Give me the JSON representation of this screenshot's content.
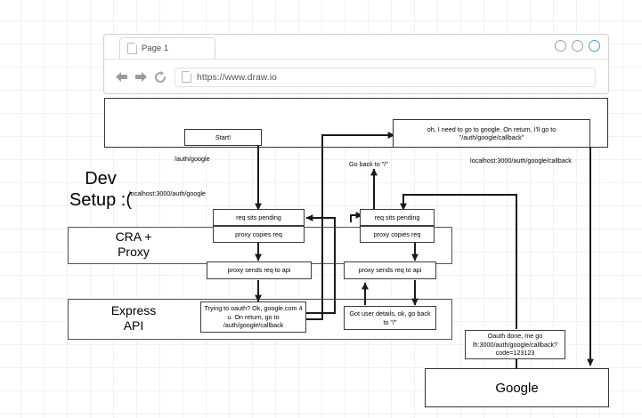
{
  "browser": {
    "tab": {
      "label": "Page 1",
      "icon": "page-icon"
    },
    "window_buttons": [
      "minimize-circle",
      "maximize-circle",
      "close-circle"
    ],
    "accent_color": "#3ba1e8",
    "nav": {
      "back_icon": "back-arrow-icon",
      "forward_icon": "forward-arrow-icon",
      "reload_icon": "reload-icon"
    },
    "url": "https://www.draw.io",
    "url_icon": "page-icon"
  },
  "diagram": {
    "title": "Dev\nSetup :(",
    "title_line1": "Dev",
    "title_line2": "Setup :(",
    "boxes": {
      "start": "Start!",
      "google_redirect_note": "oh, I need to go to google.  On return, I'll go to \"/auth/google/callback\"",
      "cra_proxy_band": "CRA +\nProxy",
      "cra_proxy_line1": "CRA +",
      "cra_proxy_line2": "Proxy",
      "express_band_line1": "Express",
      "express_band_line2": "API",
      "req_sits_pending_left": "req sits pending",
      "proxy_copies_req_left": "proxy copies req",
      "proxy_sends_req_left": "proxy sends req to api",
      "req_sits_pending_right": "req sits pending",
      "proxy_copies_req_right": "proxy copies req",
      "proxy_sends_req_right": "proxy sends req to api",
      "express_oauth": "Trying to oauth?  Ok, google.com 4 u.  On return, go to /auth/google/callback",
      "express_user_details": "Got user details, ok, go back to \"/\"",
      "oauth_done": "Oauth done, me go lh:3000/auth/google/callback?code=123123",
      "google": "Google"
    },
    "edge_labels": {
      "auth_google": "/auth/google",
      "localhost_auth_google": "localhost:3000/auth/google",
      "go_back_to_root": "Go back to \"/\"",
      "localhost_auth_google_callback": "localhost:3000/auth/google/callback"
    }
  }
}
